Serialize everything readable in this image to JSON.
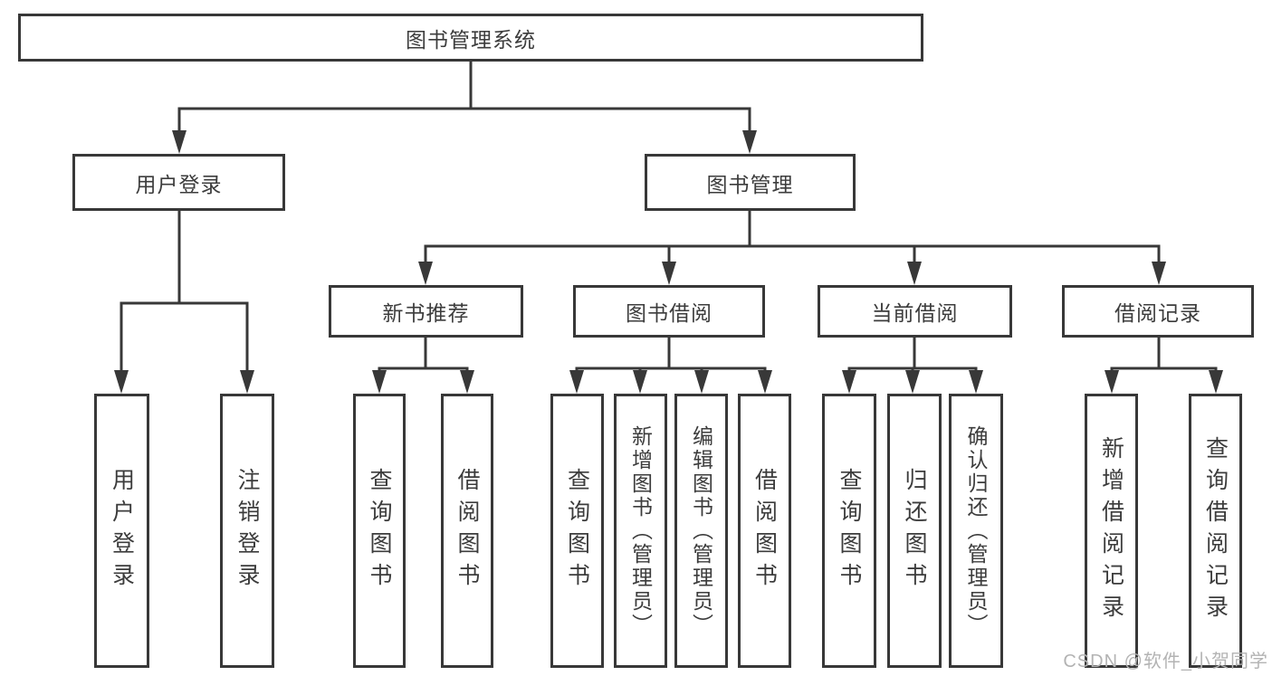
{
  "diagram_type": "hierarchy-tree",
  "tree": {
    "label": "图书管理系统",
    "children": [
      {
        "label": "用户登录",
        "children": [
          {
            "label": "用户登录"
          },
          {
            "label": "注销登录"
          }
        ]
      },
      {
        "label": "图书管理",
        "children": [
          {
            "label": "新书推荐",
            "children": [
              {
                "label": "查询图书"
              },
              {
                "label": "借阅图书"
              }
            ]
          },
          {
            "label": "图书借阅",
            "children": [
              {
                "label": "查询图书"
              },
              {
                "label": "新增图书（管理员）"
              },
              {
                "label": "编辑图书（管理员）"
              },
              {
                "label": "借阅图书"
              }
            ]
          },
          {
            "label": "当前借阅",
            "children": [
              {
                "label": "查询图书"
              },
              {
                "label": "归还图书"
              },
              {
                "label": "确认归还（管理员）"
              }
            ]
          },
          {
            "label": "借阅记录",
            "children": [
              {
                "label": "新增借阅记录"
              },
              {
                "label": "查询借阅记录"
              }
            ]
          }
        ]
      }
    ]
  },
  "watermark": {
    "text": "CSDN @软件_小贺同学"
  },
  "colors": {
    "line": "#383838",
    "border": "#383838",
    "text": "#3c3c3c",
    "watermark": "#b3b3b3",
    "background": "#ffffff"
  }
}
